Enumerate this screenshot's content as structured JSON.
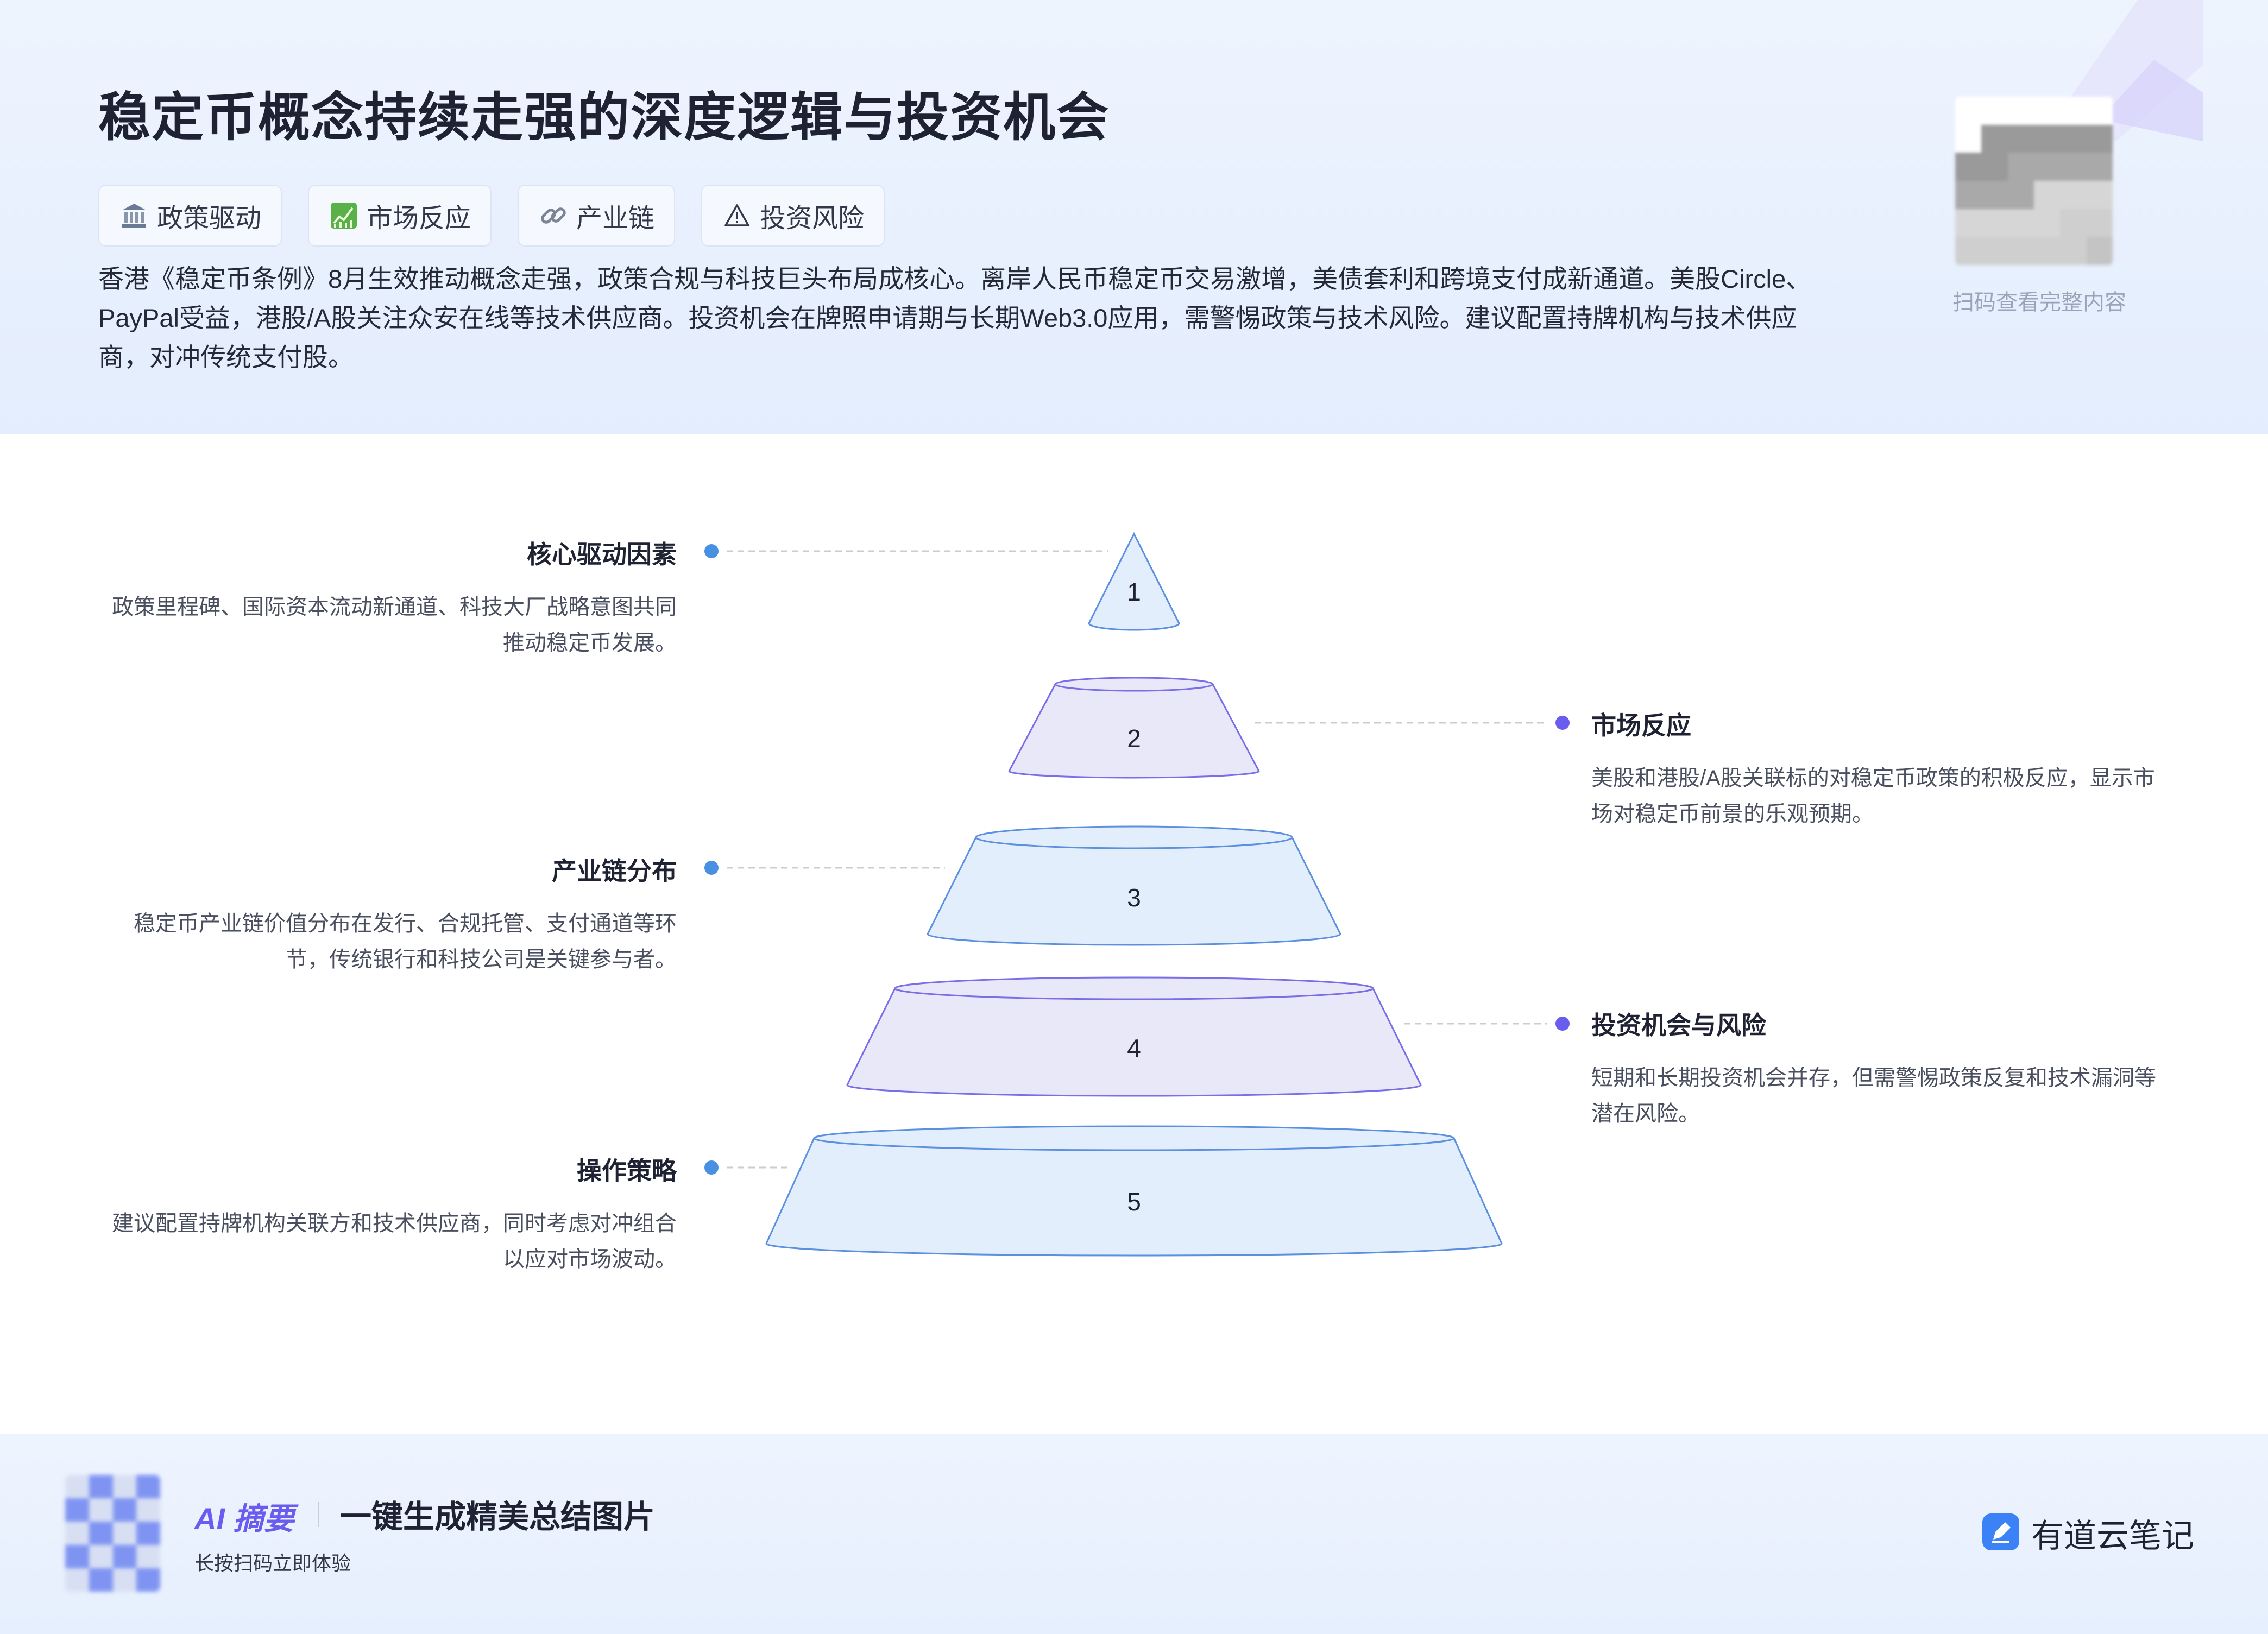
{
  "header": {
    "title": "稳定币概念持续走强的深度逻辑与投资机会",
    "tags": [
      {
        "icon": "bank-icon",
        "label": "政策驱动"
      },
      {
        "icon": "chart-up-icon",
        "label": "市场反应"
      },
      {
        "icon": "link-icon",
        "label": "产业链"
      },
      {
        "icon": "warning-icon",
        "label": "投资风险"
      }
    ],
    "summary": "香港《稳定币条例》8月生效推动概念走强，政策合规与科技巨头布局成核心。离岸人民币稳定币交易激增，美债套利和跨境支付成新通道。美股Circle、PayPal受益，港股/A股关注众安在线等技术供应商。投资机会在牌照申请期与长期Web3.0应用，需警惕政策与技术风险。建议配置持牌机构与技术供应商，对冲传统支付股。",
    "qr_caption": "扫码查看完整内容"
  },
  "pyramid": {
    "levels": [
      {
        "number": "1",
        "side": "left",
        "title": "核心驱动因素",
        "desc": "政策里程碑、国际资本流动新通道、科技大厂战略意图共同推动稳定币发展。",
        "fill": "#e3eefc",
        "stroke": "#5b8fe0",
        "dot": "#4a90e2"
      },
      {
        "number": "2",
        "side": "right",
        "title": "市场反应",
        "desc": "美股和港股/A股关联标的对稳定币政策的积极反应，显示市场对稳定币前景的乐观预期。",
        "fill": "#e8e8f8",
        "stroke": "#7a6ee8",
        "dot": "#6b5cf0"
      },
      {
        "number": "3",
        "side": "left",
        "title": "产业链分布",
        "desc": "稳定币产业链价值分布在发行、合规托管、支付通道等环节，传统银行和科技公司是关键参与者。",
        "fill": "#e3eefc",
        "stroke": "#5b8fe0",
        "dot": "#4a90e2"
      },
      {
        "number": "4",
        "side": "right",
        "title": "投资机会与风险",
        "desc": "短期和长期投资机会并存，但需警惕政策反复和技术漏洞等潜在风险。",
        "fill": "#e8e8f8",
        "stroke": "#7a6ee8",
        "dot": "#6b5cf0"
      },
      {
        "number": "5",
        "side": "left",
        "title": "操作策略",
        "desc": "建议配置持牌机构关联方和技术供应商，同时考虑对冲组合以应对市场波动。",
        "fill": "#e3eefc",
        "stroke": "#5b8fe0",
        "dot": "#4a90e2"
      }
    ]
  },
  "footer": {
    "ai_label": "AI 摘要",
    "slogan": "一键生成精美总结图片",
    "sub": "长按扫码立即体验",
    "brand": "有道云笔记",
    "brand_icon": "pen-note-icon"
  },
  "colors": {
    "accent_blue": "#4a90e2",
    "accent_purple": "#6b5cf0",
    "brand_blue": "#3b82f6"
  }
}
